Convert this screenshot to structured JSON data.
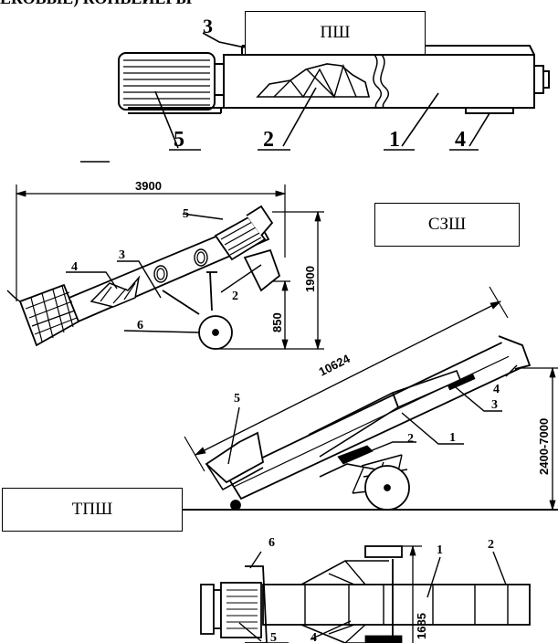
{
  "header": {
    "title": "ЕКОВЫЕ) КОНВЕЙЕРЫ"
  },
  "boxes": {
    "psh": "ПШ",
    "szsh": "СЗШ",
    "tpsh": "ТПШ"
  },
  "fig1": {
    "labels": [
      "1",
      "2",
      "3",
      "4",
      "5"
    ]
  },
  "fig2": {
    "labels": [
      "2",
      "3",
      "4",
      "5",
      "6"
    ],
    "dim_width": "3900",
    "dim_height": "1900",
    "dim_low": "850"
  },
  "fig3": {
    "labels": [
      "1",
      "2",
      "3",
      "4",
      "5"
    ],
    "dim_length": "10624",
    "dim_height": "2400-7000"
  },
  "fig4": {
    "labels": [
      "1",
      "2",
      "4",
      "5",
      "6"
    ],
    "dim_width": "1685"
  }
}
